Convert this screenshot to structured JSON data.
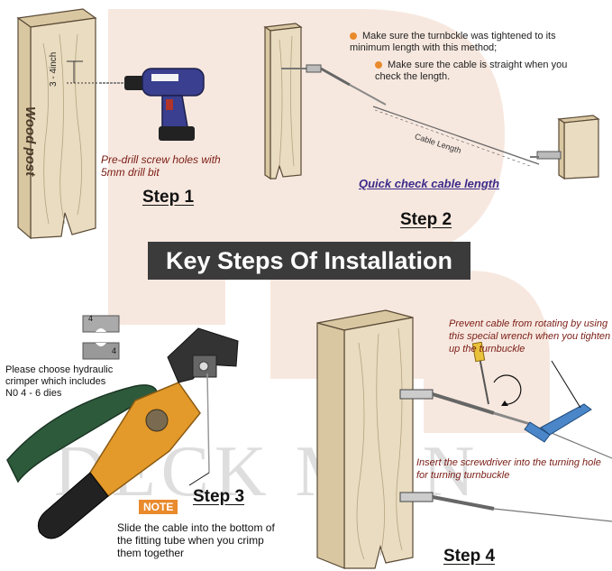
{
  "banner": {
    "title": "Key Steps Of Installation"
  },
  "watermark": {
    "text": "DECK MAN"
  },
  "step1": {
    "label": "Step 1",
    "post_label": "Wood post",
    "distance_label": "3 - 4inch",
    "caption": "Pre-drill screw holes with 5mm drill bit"
  },
  "step2": {
    "label": "Step 2",
    "bullet1": "Make sure the turnbckle was tightened  to its minimum length with this method;",
    "bullet2": "Make sure the cable is straight when you check the length.",
    "cable_length_label": "Cable Length",
    "caption": "Quick check cable length"
  },
  "step3": {
    "label": "Step 3",
    "crimper_note": "Please choose hydraulic crimper which includes N0 4 - 6 dies",
    "die_top_num": "4",
    "die_bottom_num": "4",
    "note_badge": "NOTE",
    "note_text": "Slide the cable into the bottom of the fitting tube when you crimp them together"
  },
  "step4": {
    "label": "Step 4",
    "wrench_note": "Prevent cable from rotating by using this special wrench when you tighten up the turnbuckle",
    "screwdriver_note": "Insert the screwdriver into the turning hole for turning turnbuckle"
  },
  "colors": {
    "banner_bg": "#3b3b3b",
    "accent_orange": "#e98a2c",
    "caption_red": "#7a1c14",
    "wood": "#e9dcc0",
    "handle_green": "#2d5a3b",
    "crimper_orange": "#e39a2a",
    "wrench_blue": "#4a86c8"
  }
}
